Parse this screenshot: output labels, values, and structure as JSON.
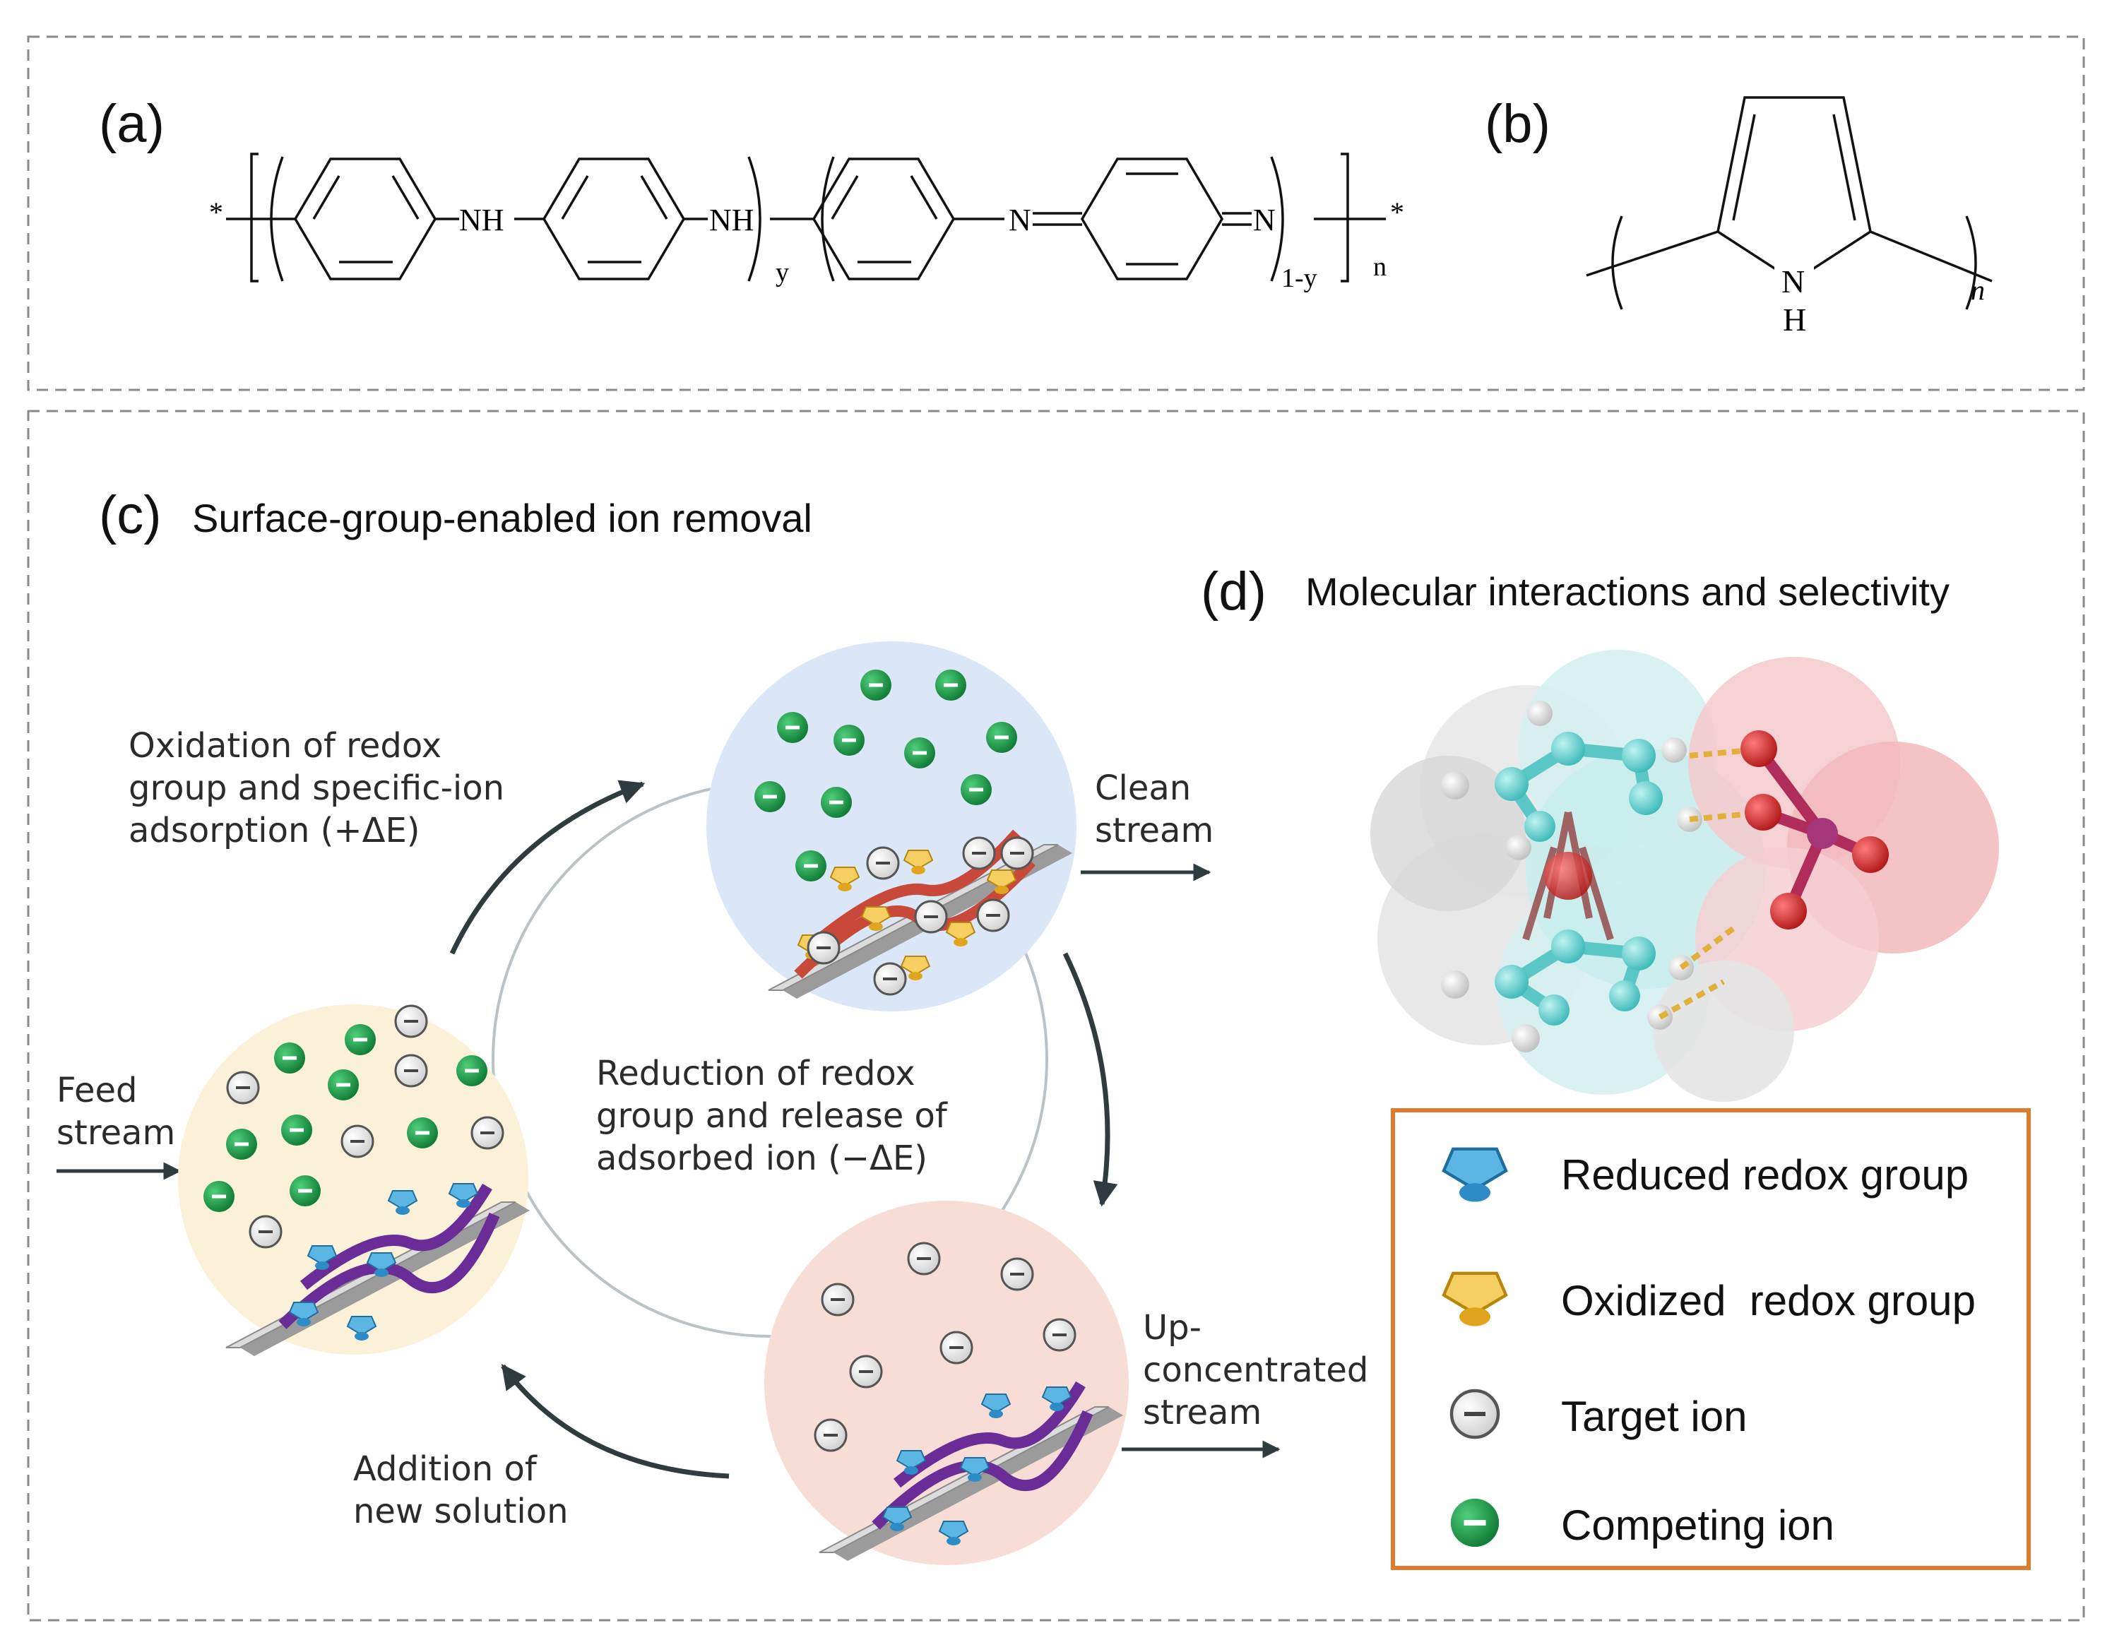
{
  "panels": {
    "a": {
      "label": "(a)"
    },
    "b": {
      "label": "(b)"
    },
    "c": {
      "label": "(c)",
      "title": "Surface-group-enabled ion removal"
    },
    "d": {
      "label": "(d)",
      "title": "Molecular interactions and selectivity"
    }
  },
  "polyaniline": {
    "star_left": "*",
    "star_right": "*",
    "nh_1": "NH",
    "nh_2": "NH",
    "n_1": "N",
    "n_2": "N",
    "sub_y": "y",
    "sub_1y": "1-y",
    "sub_n": "n"
  },
  "polypyrrole": {
    "n": "N",
    "h": "H",
    "sub_n": "n"
  },
  "cycle": {
    "oxidation_lines": [
      "Oxidation of redox",
      "group and specific-ion",
      "adsorption (+ΔE)"
    ],
    "clean_stream_lines": [
      "Clean",
      "stream"
    ],
    "reduction_lines": [
      "Reduction of redox",
      "group and release of",
      "adsorbed ion (−ΔE)"
    ],
    "feed_stream_lines": [
      "Feed",
      "stream"
    ],
    "upconc_lines": [
      "Up-",
      "concentrated",
      "stream"
    ],
    "addition_lines": [
      "Addition of",
      "new solution"
    ]
  },
  "legend": {
    "items": [
      {
        "label": "Reduced redox group",
        "icon": "reduced-redox-group-icon"
      },
      {
        "label": "Oxidized  redox group",
        "icon": "oxidized-redox-group-icon"
      },
      {
        "label": "Target ion",
        "icon": "target-ion-icon"
      },
      {
        "label": "Competing ion",
        "icon": "competing-ion-icon"
      }
    ]
  },
  "colors": {
    "reduced": "#4fa6d6",
    "oxidized": "#f3c34c",
    "competing": "#1e9a4a",
    "legend_border": "#e07a2c",
    "chain_reduced": "#6a2c96",
    "chain_oxidized": "#c8483a"
  }
}
